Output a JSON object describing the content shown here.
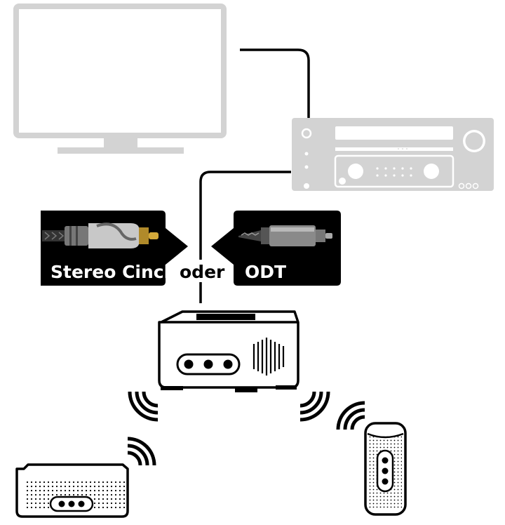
{
  "labels": {
    "stereo_cinch": "Stereo Cinch",
    "oder": "oder",
    "odt": "ODT"
  },
  "colors": {
    "device_fill": "#d3d3d3",
    "device_stroke": "#c9c9c9",
    "cable": "#000000",
    "label_panel": "#000000",
    "label_text": "#ffffff",
    "speaker_outline": "#000000"
  },
  "icons": [
    "tv-icon",
    "av-receiver-icon",
    "stereo-cinch-plug-icon",
    "optical-plug-icon",
    "wireless-transmitter-icon",
    "wireless-signal-icon",
    "soundbar-speaker-icon",
    "cylinder-speaker-icon"
  ]
}
